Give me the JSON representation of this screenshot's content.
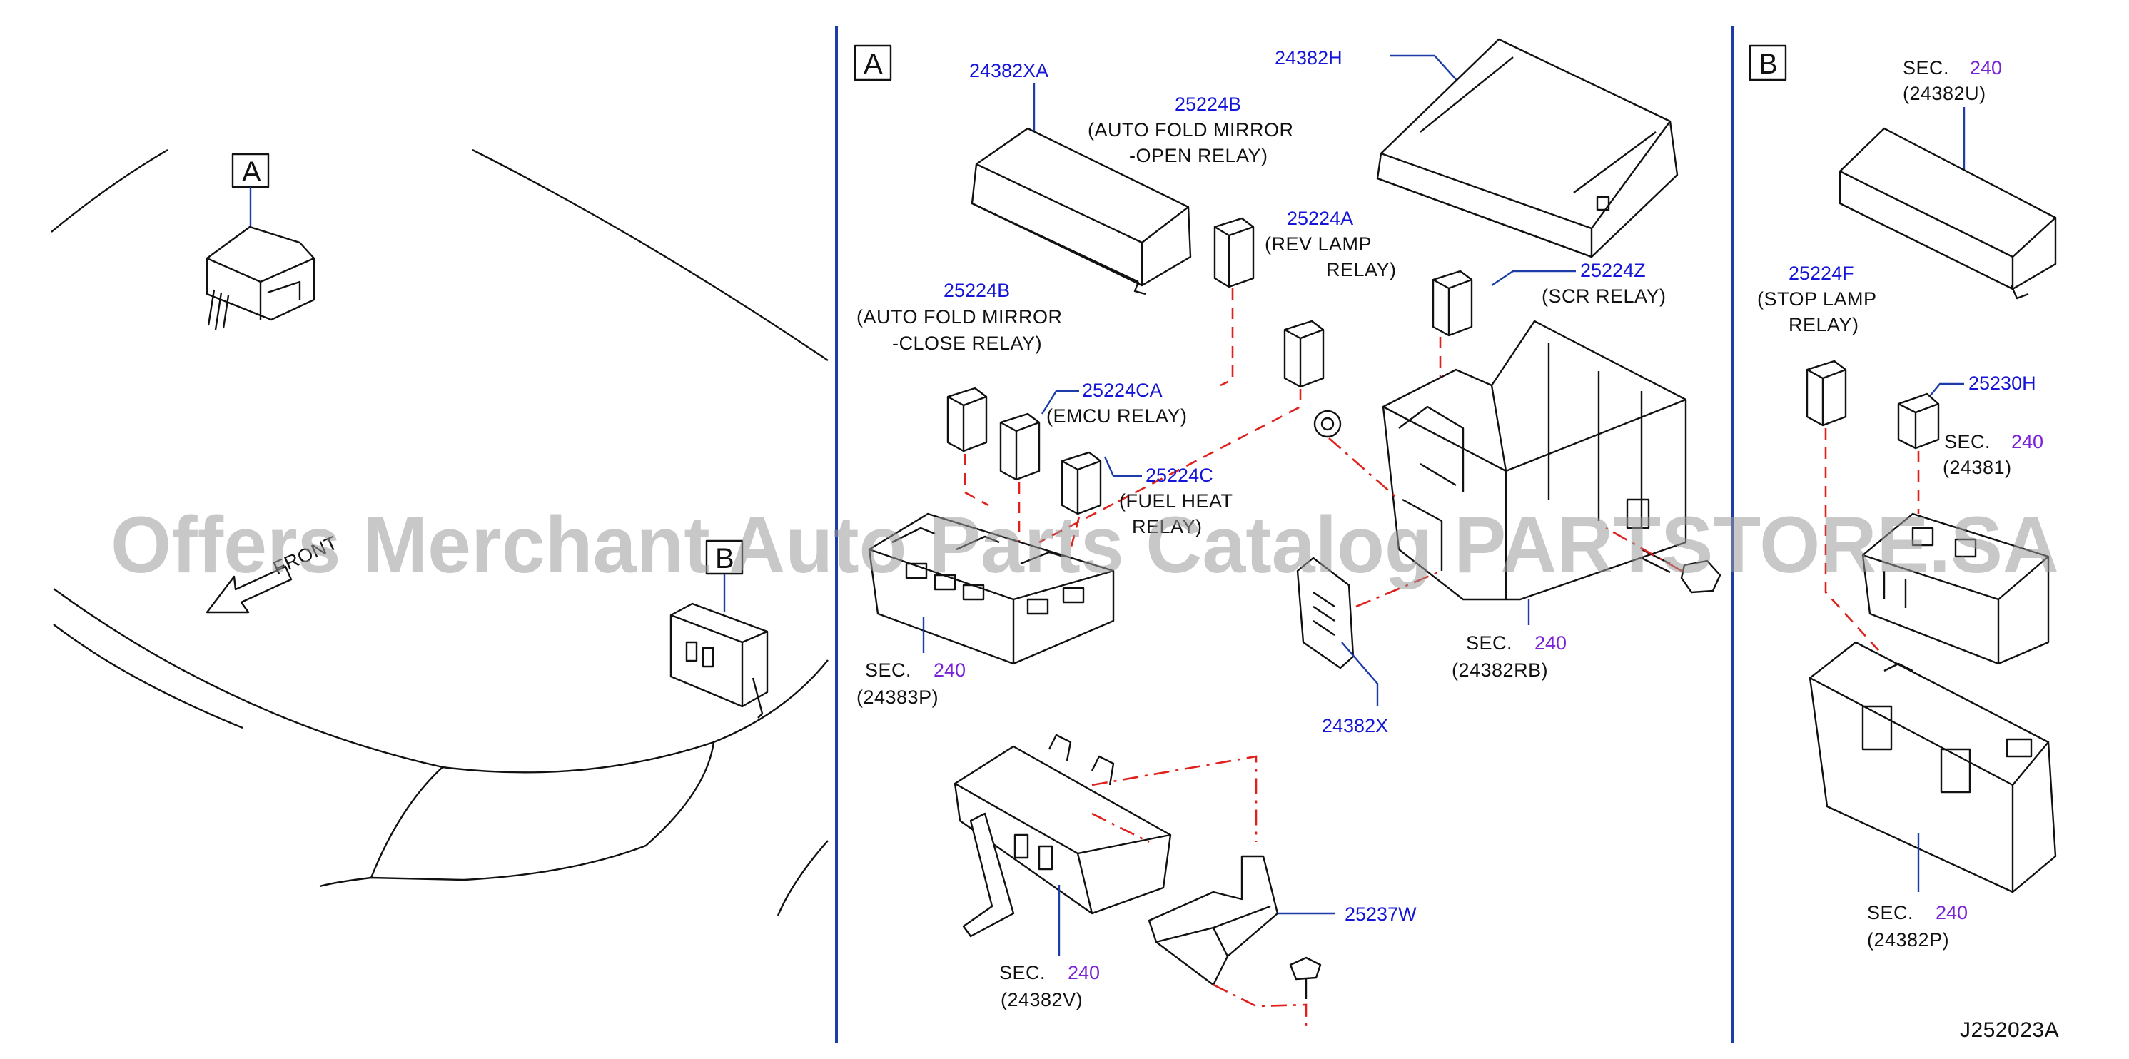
{
  "panels": {
    "a_label": "A",
    "b_label": "B",
    "front_label": "FRONT"
  },
  "relays": {
    "auto_fold_open": {
      "part_no": "25224B",
      "line1": "(AUTO   FOLD   MIRROR",
      "line2": "-OPEN   RELAY)"
    },
    "auto_fold_close": {
      "part_no": "25224B",
      "line1": "(AUTO   FOLD   MIRROR",
      "line2": "-CLOSE   RELAY)"
    },
    "rev_lamp": {
      "part_no": "25224A",
      "line1": "(REV   LAMP",
      "line2": "RELAY)"
    },
    "emcu": {
      "part_no": "25224CA",
      "line1": "(EMCU   RELAY)"
    },
    "fuel_heat": {
      "part_no": "25224C",
      "line1": "(FUEL   HEAT",
      "line2": "RELAY)"
    },
    "scr": {
      "part_no": "25224Z",
      "line1": "(SCR   RELAY)"
    },
    "stop_lamp": {
      "part_no": "25224F",
      "line1": "(STOP   LAMP",
      "line2": "RELAY)"
    }
  },
  "parts": {
    "cover_xa": "24382XA",
    "cover_h": "24382H",
    "bracket_x": "24382X",
    "bracket_w": "25237W",
    "relay_h": "25230H"
  },
  "section_refs": {
    "sec_word": "SEC.",
    "sec_num": "240",
    "p_24383p": "(24383P)",
    "p_24382rb": "(24382RB)",
    "p_24382v": "(24382V)",
    "p_24382u": "(24382U)",
    "p_24381": "(24381)",
    "p_24382p": "(24382P)"
  },
  "diagram_code": "J252023A",
  "watermark": "Offers Merchant Auto Parts Catalog PARTSTORE.SA",
  "colors": {
    "part_number": "#1515d8",
    "section_number": "#7a22d6",
    "leader_line": "#1c3da8",
    "connection_line": "#e0201c"
  }
}
